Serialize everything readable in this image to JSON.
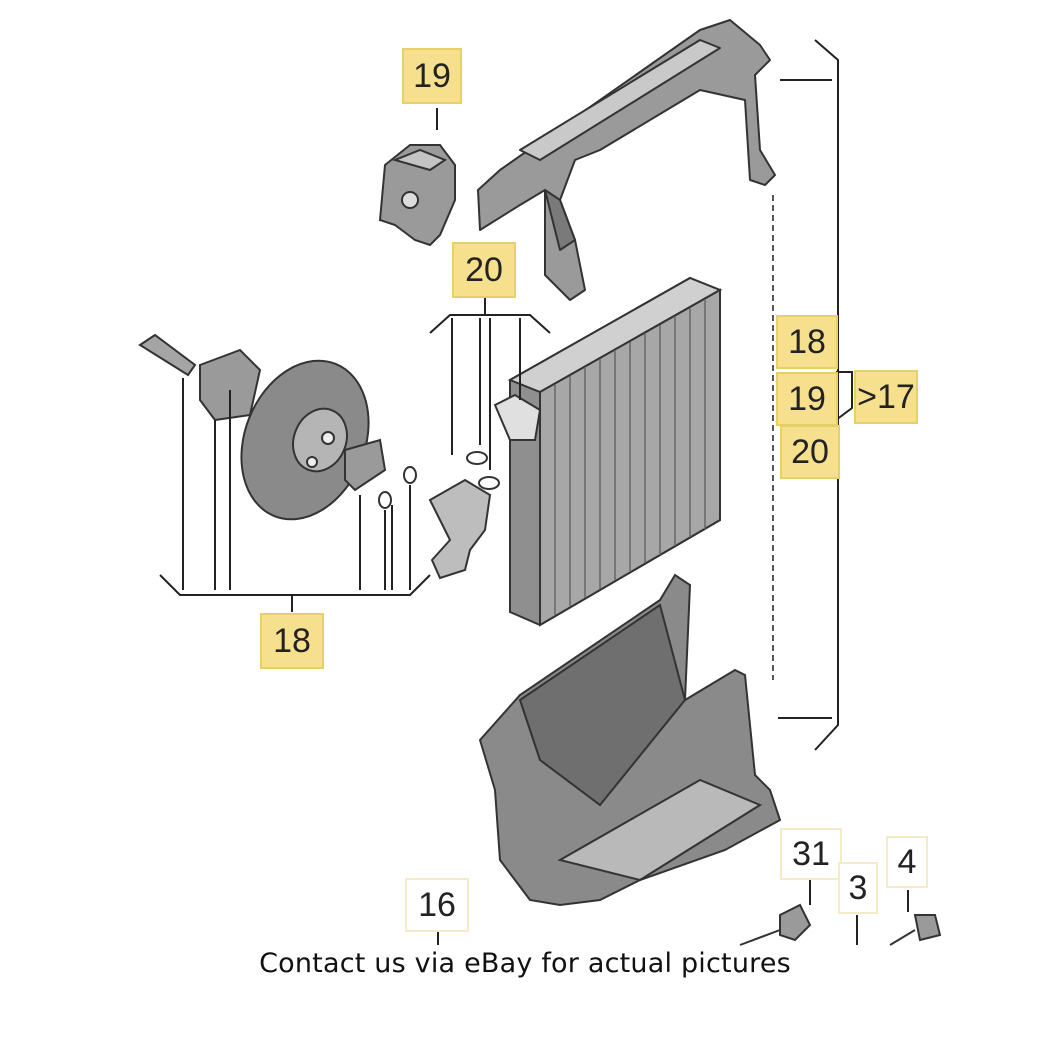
{
  "callouts": {
    "c19_top": "19",
    "c20_mid": "20",
    "c18_left": "18",
    "c18_right": "18",
    "c19_right": "19",
    "c20_right": "20",
    "c17": ">17",
    "c16": "16",
    "c31": "31",
    "c3": "3",
    "c4": "4"
  },
  "caption": "Contact us via eBay for actual pictures",
  "colors": {
    "highlight": "#f6e08e",
    "part_fill": "#8c8c8c",
    "part_light": "#c9c9c9",
    "line": "#222222"
  }
}
